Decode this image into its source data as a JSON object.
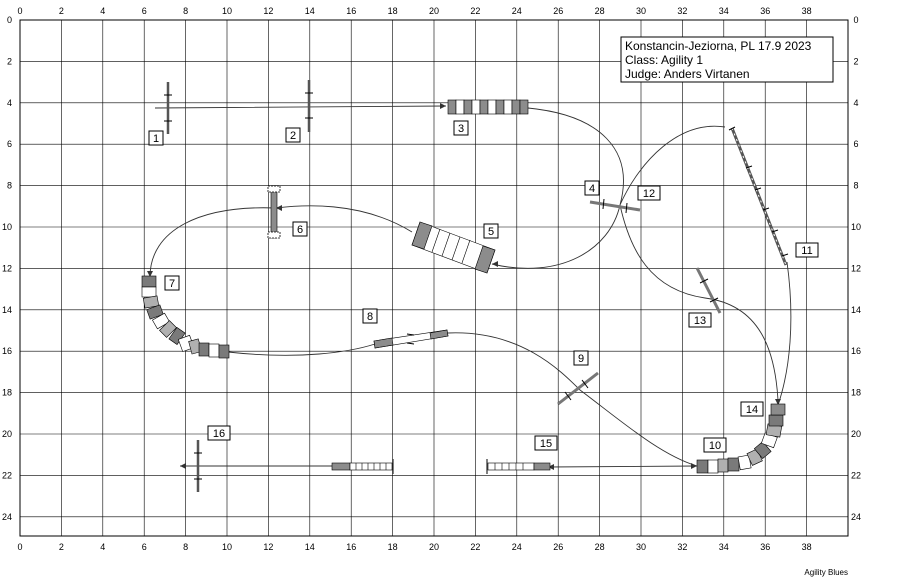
{
  "info": {
    "line1": "Konstancin-Jeziorna, PL 17.9 2023",
    "line2": "Class: Agility 1",
    "line3": "Judge: Anders Virtanen"
  },
  "credit": "Agility Blues",
  "axes": {
    "x_ticks": [
      "0",
      "2",
      "4",
      "6",
      "8",
      "10",
      "12",
      "14",
      "16",
      "18",
      "20",
      "22",
      "24",
      "26",
      "28",
      "30",
      "32",
      "34",
      "36",
      "38"
    ],
    "y_ticks": [
      "0",
      "2",
      "4",
      "6",
      "8",
      "10",
      "12",
      "14",
      "16",
      "18",
      "20",
      "22",
      "24"
    ]
  },
  "obstacles": [
    {
      "label": "1",
      "type": "jump"
    },
    {
      "label": "2",
      "type": "jump"
    },
    {
      "label": "3",
      "type": "tunnel"
    },
    {
      "label": "4",
      "type": "jump"
    },
    {
      "label": "5",
      "type": "tunnel"
    },
    {
      "label": "6",
      "type": "wall"
    },
    {
      "label": "7",
      "type": "tunnel"
    },
    {
      "label": "8",
      "type": "jump"
    },
    {
      "label": "9",
      "type": "jump"
    },
    {
      "label": "10",
      "type": "tunnel"
    },
    {
      "label": "11",
      "type": "dogwalk"
    },
    {
      "label": "12",
      "type": "jump"
    },
    {
      "label": "13",
      "type": "jump"
    },
    {
      "label": "14",
      "type": "tunnel"
    },
    {
      "label": "15",
      "type": "weave"
    },
    {
      "label": "16",
      "type": "jump"
    }
  ],
  "colors": {
    "grid": "#000000",
    "tunnel_dark": "#7a7a7a",
    "tunnel_mid": "#b0b0b0",
    "obstacle_fill": "#8c8c8c"
  }
}
